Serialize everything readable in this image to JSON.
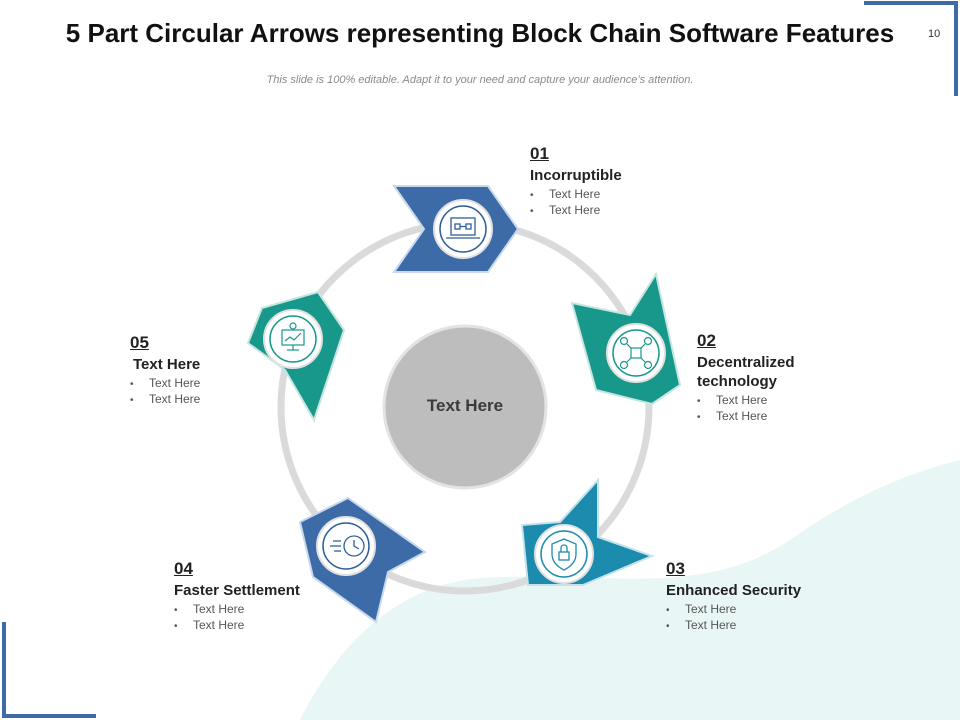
{
  "title": "5 Part Circular Arrows representing Block Chain Software Features",
  "page_number": "10",
  "subtitle": "This slide is 100% editable. Adapt it to your need and capture your audience’s attention.",
  "center_label": "Text Here",
  "colors": {
    "blue": "#3d6ba8",
    "teal": "#18988a",
    "cyan": "#1b8cad",
    "ring": "#dadada",
    "center": "#bdbdbd",
    "mint_bg": "#e8f7f6",
    "accent_frame": "#3d6ba8"
  },
  "features": [
    {
      "number": "01",
      "name": "Incorruptible",
      "bullets": [
        "Text Here",
        "Text Here"
      ],
      "icon": "laptop-blockchain-icon",
      "color": "blue"
    },
    {
      "number": "02",
      "name": "Decentralized technology",
      "bullets": [
        "Text Here",
        "Text Here"
      ],
      "icon": "network-nodes-icon",
      "color": "teal"
    },
    {
      "number": "03",
      "name": "Enhanced Security",
      "bullets": [
        "Text Here",
        "Text Here"
      ],
      "icon": "shield-lock-icon",
      "color": "cyan"
    },
    {
      "number": "04",
      "name": "Faster Settlement",
      "bullets": [
        "Text Here",
        "Text Here"
      ],
      "icon": "fast-clock-icon",
      "color": "blue"
    },
    {
      "number": "05",
      "name": "Text Here",
      "bullets": [
        "Text Here",
        "Text Here"
      ],
      "icon": "analytics-gear-icon",
      "color": "teal"
    }
  ]
}
